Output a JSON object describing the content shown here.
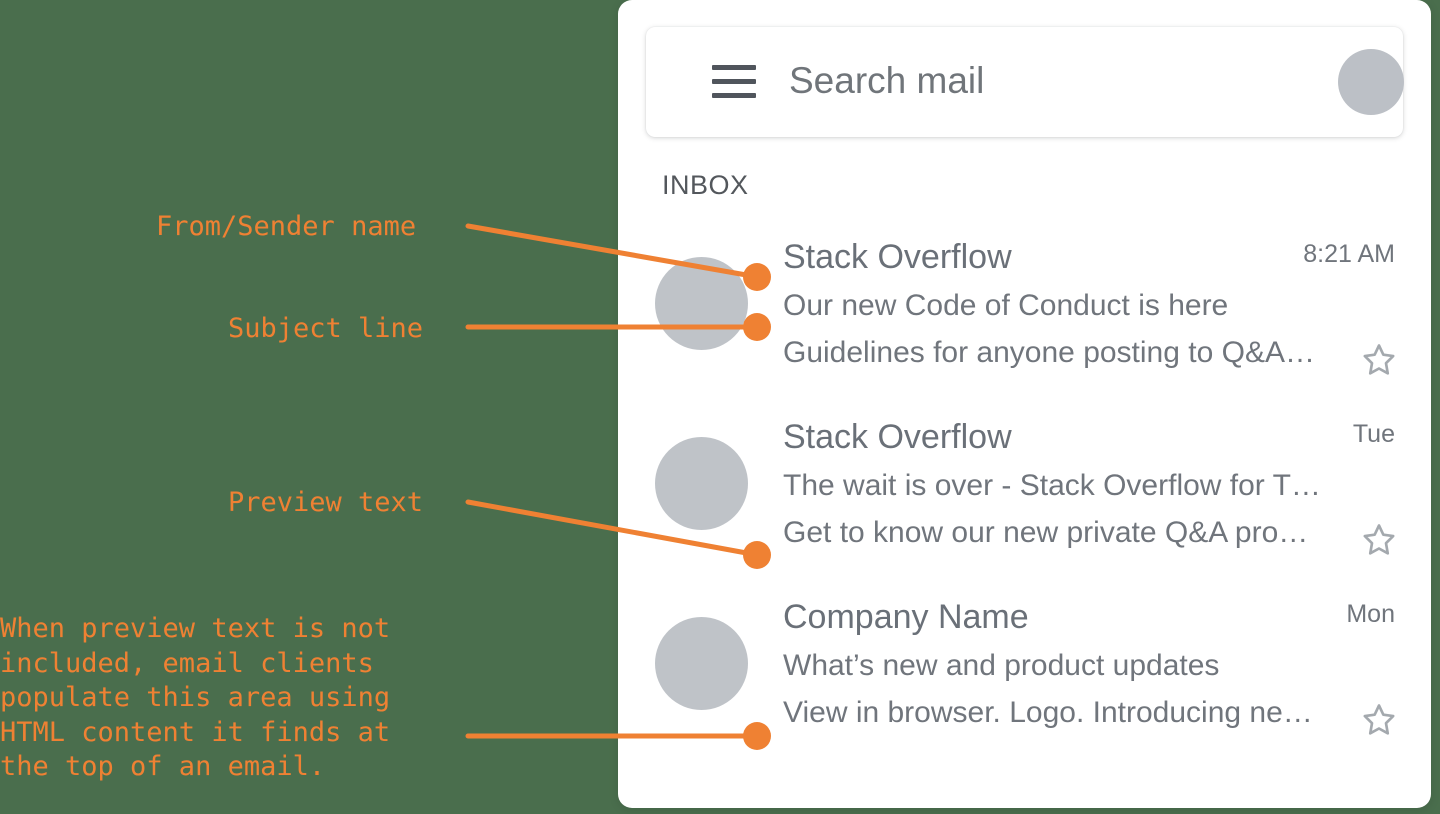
{
  "theme": {
    "backdrop_color": "#4a6e4d",
    "panel_color": "#ffffff",
    "accent_color": "#ef8133",
    "avatar_color": "#bfc3c8",
    "text_color": "#70757c"
  },
  "mail_app": {
    "search": {
      "placeholder": "Search mail",
      "value": "",
      "menu_icon": "hamburger-icon",
      "avatar_icon": "account-avatar"
    },
    "folder_label": "INBOX",
    "emails": [
      {
        "sender": "Stack Overflow",
        "subject": "Our new Code of Conduct is here",
        "preview": "Guidelines for anyone posting to Q&A…",
        "time": "8:21 AM",
        "star_icon": "star-outline-icon",
        "starred": false
      },
      {
        "sender": "Stack Overflow",
        "subject": "The wait is over - Stack Overflow for T…",
        "preview": "Get to know our new private Q&A pro…",
        "time": "Tue",
        "star_icon": "star-outline-icon",
        "starred": false
      },
      {
        "sender": "Company Name",
        "subject": "What’s new and product updates",
        "preview": "View in browser. Logo. Introducing ne…",
        "time": "Mon",
        "star_icon": "star-outline-icon",
        "starred": false
      }
    ]
  },
  "annotations": {
    "from_sender": "From/Sender name",
    "subject_line": "Subject line",
    "preview_text": "Preview text",
    "note": "When preview text is not\nincluded, email clients\npopulate this area using\nHTML content it finds at\nthe top of an email."
  }
}
